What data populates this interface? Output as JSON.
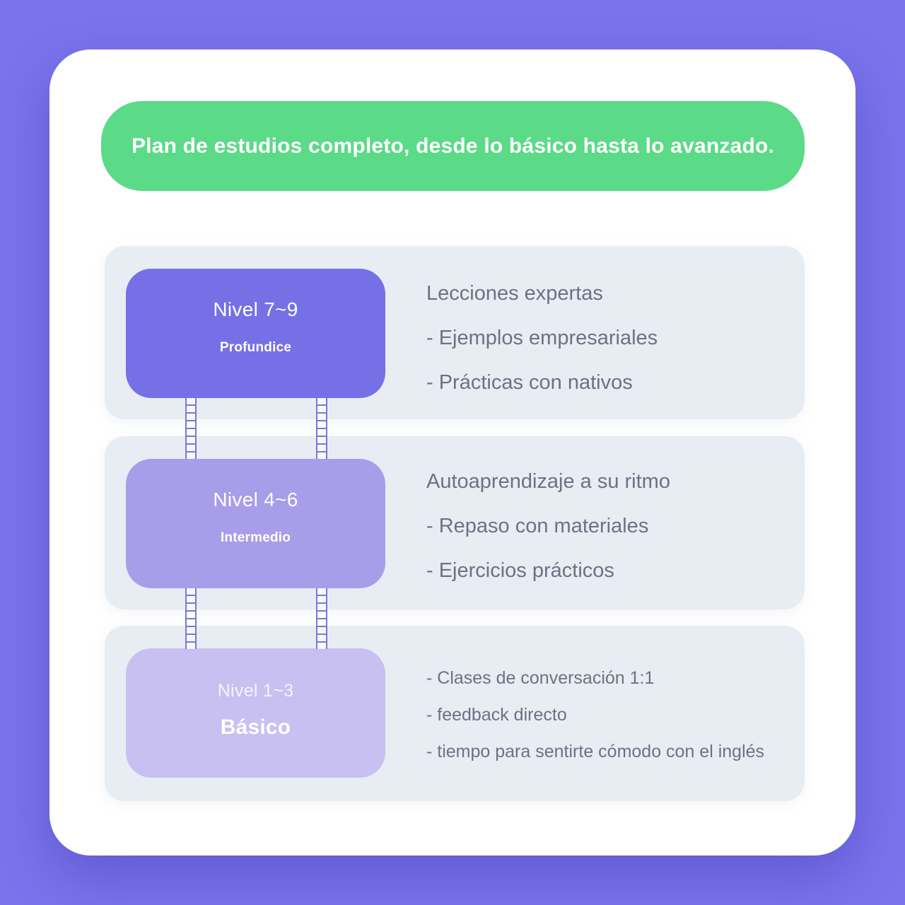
{
  "colors": {
    "background": "#7973EC",
    "card": "#FFFFFF",
    "banner": "#5BDA87",
    "sectionBg": "#E8EDF3",
    "boxAdvanced": "#7570E6",
    "boxIntermediate": "#A89DE9",
    "boxBasic": "#C8C0F1",
    "textGray": "#6B7285",
    "ladder": "#7E75D8",
    "white": "#FFFFFF"
  },
  "banner": {
    "title": "Plan de estudios completo, desde lo básico hasta lo avanzado."
  },
  "sections": [
    {
      "box": {
        "level": "Nivel 7~9",
        "label": "Profundice"
      },
      "heading": "Lecciones expertas",
      "bullets": [
        "- Ejemplos empresariales",
        "- Prácticas con nativos"
      ]
    },
    {
      "box": {
        "level": "Nivel 4~6",
        "label": "Intermedio"
      },
      "heading": "Autoaprendizaje a su ritmo",
      "bullets": [
        "- Repaso con materiales",
        "- Ejercicios prácticos"
      ]
    },
    {
      "box": {
        "level": "Nivel 1~3",
        "label": "Básico"
      },
      "heading": "",
      "bullets": [
        "- Clases de conversación 1:1",
        "- feedback directo",
        "- tiempo para sentirte cómodo con el inglés"
      ]
    }
  ]
}
